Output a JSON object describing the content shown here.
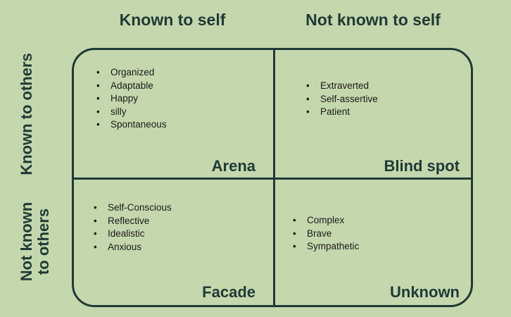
{
  "columns": {
    "known": "Known to self",
    "not_known": "Not known to self"
  },
  "rows": {
    "known": "Known to others",
    "not_known_line1": "Not known",
    "not_known_line2": "to others"
  },
  "quadrants": {
    "arena": {
      "label": "Arena",
      "items": [
        "Organized",
        "Adaptable",
        "Happy",
        "silly",
        "Spontaneous"
      ]
    },
    "blind_spot": {
      "label": "Blind spot",
      "items": [
        "Extraverted",
        "Self-assertive",
        "Patient"
      ]
    },
    "facade": {
      "label": "Facade",
      "items": [
        "Self-Conscious",
        "Reflective",
        "Idealistic",
        "Anxious"
      ]
    },
    "unknown": {
      "label": "Unknown",
      "items": [
        "Complex",
        "Brave",
        "Sympathetic"
      ]
    }
  },
  "colors": {
    "background": "#c5d7ad",
    "ink": "#1f3a36"
  }
}
